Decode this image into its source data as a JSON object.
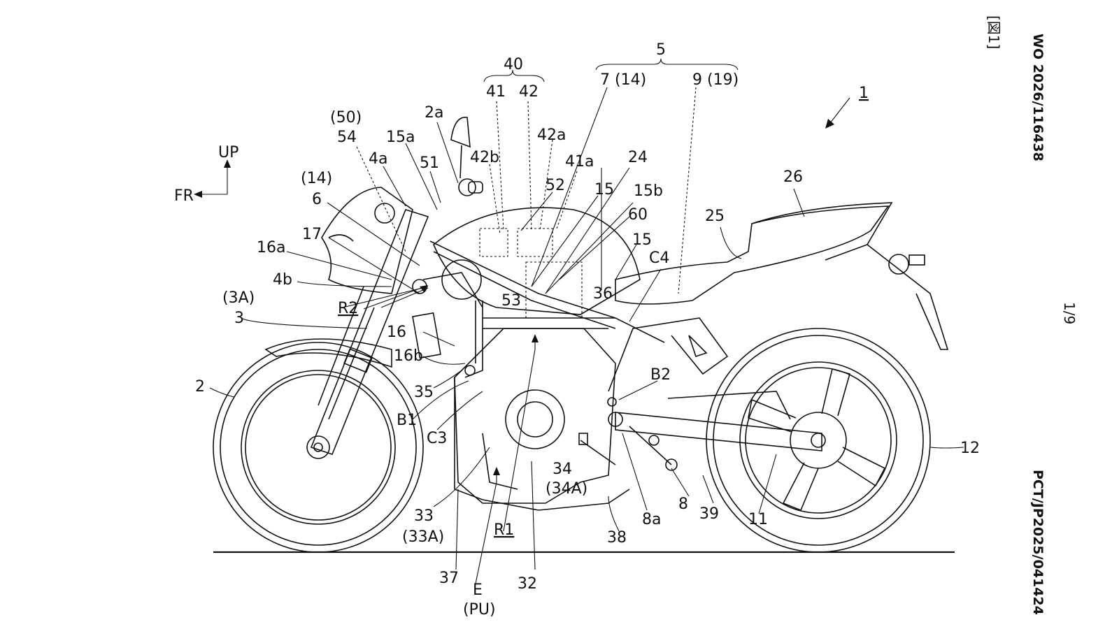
{
  "header": {
    "pub_no": "WO 2026/116438",
    "app_no": "PCT/JP2025/041424",
    "fig_label": "[図1]",
    "page": "1/9"
  },
  "direction": {
    "up": "UP",
    "front": "FR"
  },
  "labels": [
    {
      "id": "1",
      "text": "1"
    },
    {
      "id": "40",
      "text": "40"
    },
    {
      "id": "41",
      "text": "41"
    },
    {
      "id": "42",
      "text": "42"
    },
    {
      "id": "5",
      "text": "5"
    },
    {
      "id": "7-14",
      "text": "7 (14)"
    },
    {
      "id": "9-19",
      "text": "9 (19)"
    },
    {
      "id": "50",
      "text": "(50)"
    },
    {
      "id": "54",
      "text": "54"
    },
    {
      "id": "15a",
      "text": "15a"
    },
    {
      "id": "2a",
      "text": "2a"
    },
    {
      "id": "42b",
      "text": "42b"
    },
    {
      "id": "42a",
      "text": "42a"
    },
    {
      "id": "4a",
      "text": "4a"
    },
    {
      "id": "51",
      "text": "51"
    },
    {
      "id": "41a",
      "text": "41a"
    },
    {
      "id": "24",
      "text": "24"
    },
    {
      "id": "52",
      "text": "52"
    },
    {
      "id": "15-top",
      "text": "15"
    },
    {
      "id": "15b",
      "text": "15b"
    },
    {
      "id": "14p",
      "text": "(14)"
    },
    {
      "id": "6",
      "text": "6"
    },
    {
      "id": "60",
      "text": "60"
    },
    {
      "id": "26",
      "text": "26"
    },
    {
      "id": "25",
      "text": "25"
    },
    {
      "id": "17",
      "text": "17"
    },
    {
      "id": "15-mid",
      "text": "15"
    },
    {
      "id": "16a",
      "text": "16a"
    },
    {
      "id": "C4",
      "text": "C4"
    },
    {
      "id": "4b",
      "text": "4b"
    },
    {
      "id": "3A",
      "text": "(3A)"
    },
    {
      "id": "53",
      "text": "53"
    },
    {
      "id": "36",
      "text": "36"
    },
    {
      "id": "3",
      "text": "3"
    },
    {
      "id": "R2",
      "text": "R2"
    },
    {
      "id": "16",
      "text": "16"
    },
    {
      "id": "16b",
      "text": "16b"
    },
    {
      "id": "B2",
      "text": "B2"
    },
    {
      "id": "2",
      "text": "2"
    },
    {
      "id": "35",
      "text": "35"
    },
    {
      "id": "B1",
      "text": "B1"
    },
    {
      "id": "C3",
      "text": "C3"
    },
    {
      "id": "12",
      "text": "12"
    },
    {
      "id": "34",
      "text": "34"
    },
    {
      "id": "34A",
      "text": "(34A)"
    },
    {
      "id": "8",
      "text": "8"
    },
    {
      "id": "33",
      "text": "33"
    },
    {
      "id": "33A",
      "text": "(33A)"
    },
    {
      "id": "8a",
      "text": "8a"
    },
    {
      "id": "39",
      "text": "39"
    },
    {
      "id": "11",
      "text": "11"
    },
    {
      "id": "R1",
      "text": "R1"
    },
    {
      "id": "38",
      "text": "38"
    },
    {
      "id": "37",
      "text": "37"
    },
    {
      "id": "32",
      "text": "32"
    },
    {
      "id": "E",
      "text": "E"
    },
    {
      "id": "PU",
      "text": "(PU)"
    }
  ]
}
